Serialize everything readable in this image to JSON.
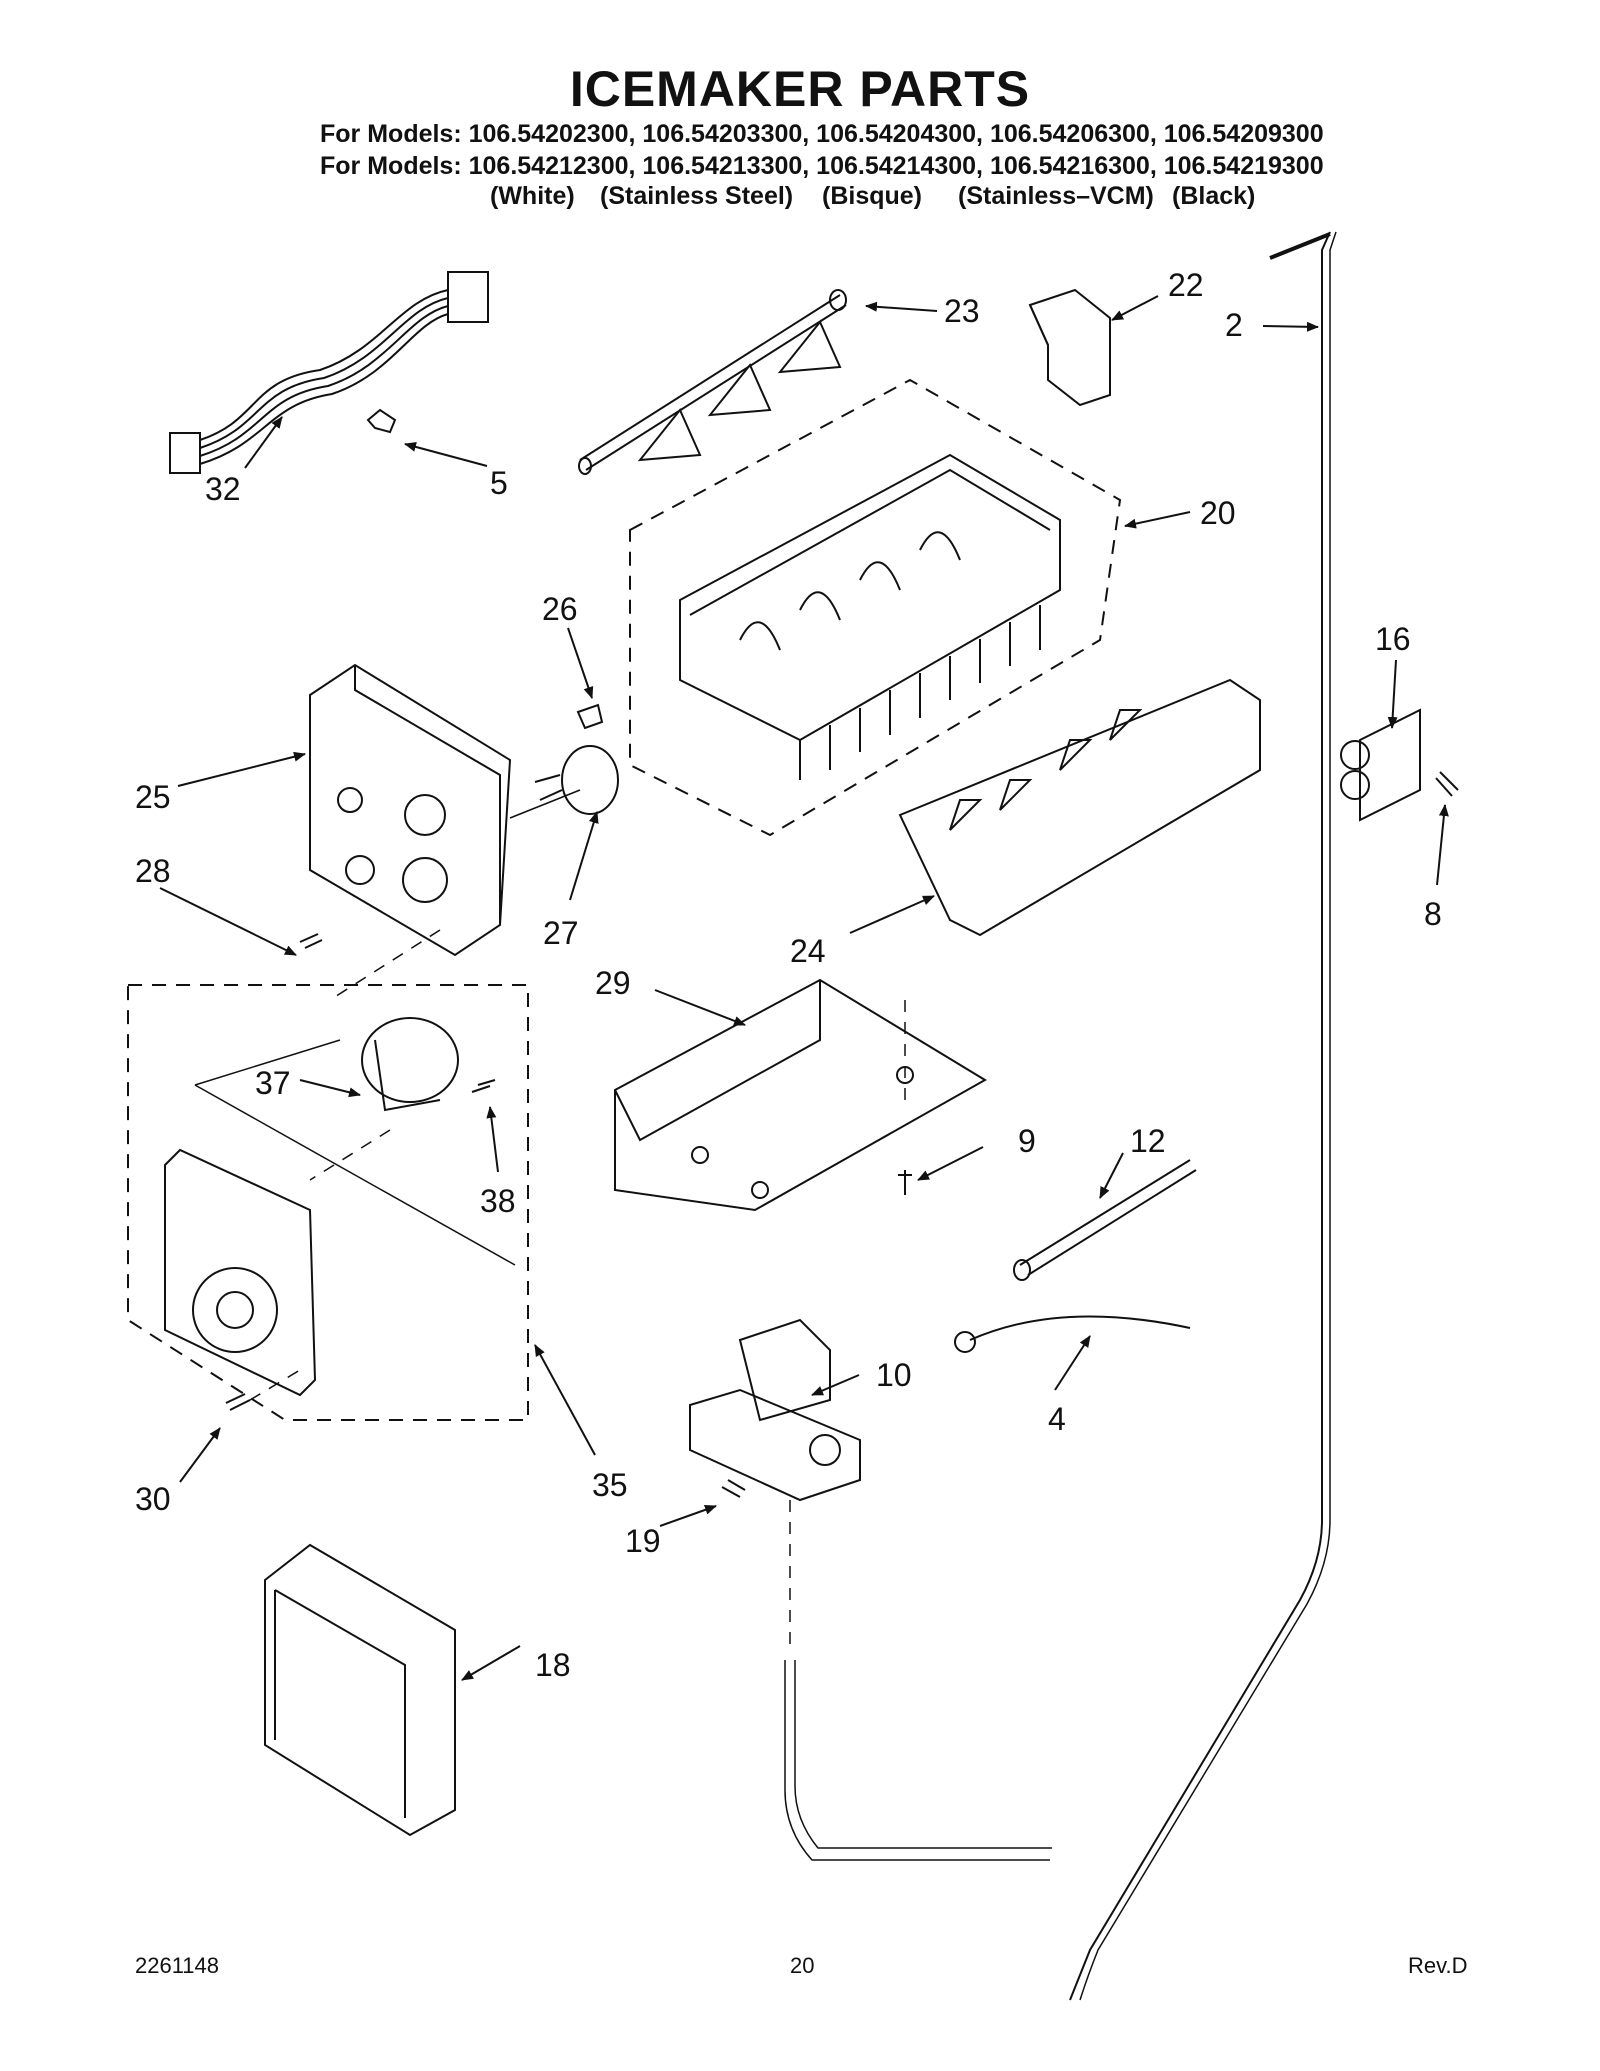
{
  "title": "ICEMAKER PARTS",
  "models": [
    "For Models: 106.54202300, 106.54203300, 106.54204300, 106.54206300, 106.54209300",
    "For Models: 106.54212300, 106.54213300, 106.54214300, 106.54216300, 106.54219300"
  ],
  "colors": [
    "(White)",
    "(Stainless Steel)",
    "(Bisque)",
    "(Stainless–VCM)",
    "(Black)"
  ],
  "callouts": [
    "23",
    "22",
    "2",
    "32",
    "5",
    "20",
    "26",
    "16",
    "25",
    "28",
    "27",
    "24",
    "8",
    "29",
    "37",
    "38",
    "9",
    "12",
    "10",
    "4",
    "30",
    "35",
    "19",
    "18"
  ],
  "footer": {
    "doc_number": "2261148",
    "page": "20",
    "revision": "Rev.D"
  }
}
